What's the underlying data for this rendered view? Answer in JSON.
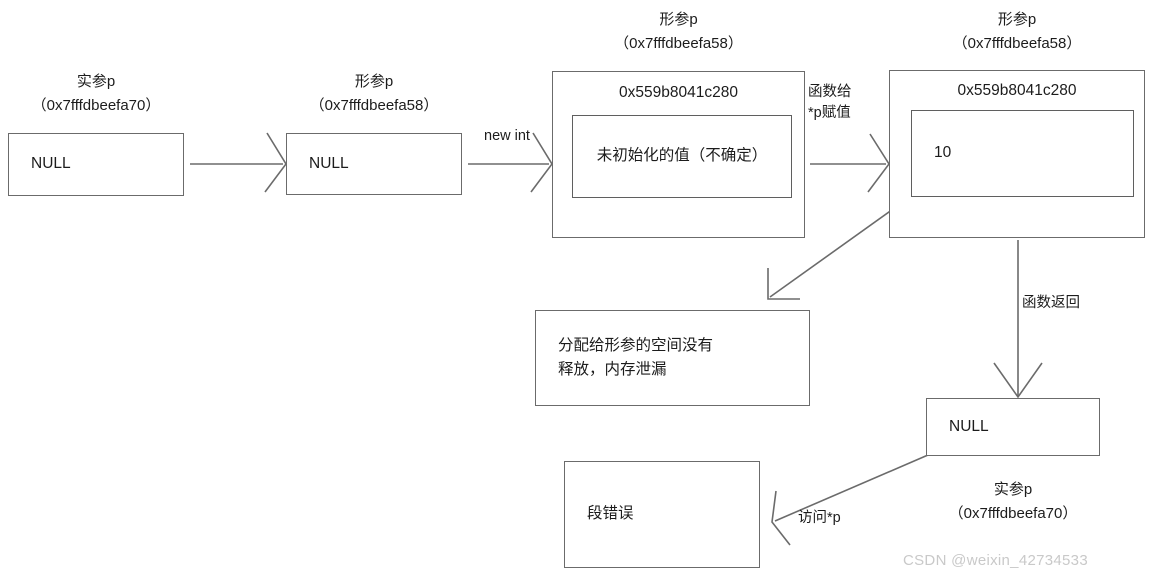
{
  "diagram": {
    "title": "C++ pointer parameter passing and memory leak illustration",
    "stroke_color": "#6b6b6b",
    "text_color": "#1c1c1c",
    "background": "#ffffff"
  },
  "nodes": {
    "actual_param_start": {
      "value": "NULL",
      "caption_name": "实参p",
      "caption_address": "（0x7fffdbeefa70）"
    },
    "formal_param_null": {
      "value": "NULL",
      "caption_name": "形参p",
      "caption_address": "（0x7fffdbeefa58）"
    },
    "formal_param_alloc": {
      "caption_name": "形参p",
      "caption_address": "（0x7fffdbeefa58）",
      "heap_address": "0x559b8041c280",
      "inner_value": "未初始化的值（不确定）"
    },
    "formal_param_assigned": {
      "caption_name": "形参p",
      "caption_address": "（0x7fffdbeefa58）",
      "heap_address": "0x559b8041c280",
      "inner_value": "10"
    },
    "memory_leak": {
      "text": "分配给形参的空间没有\n释放，内存泄漏"
    },
    "actual_param_end": {
      "value": "NULL",
      "caption_name": "实参p",
      "caption_address": "（0x7fffdbeefa70）"
    },
    "segmentation_fault": {
      "text": "段错误"
    }
  },
  "edge_labels": {
    "new_int": "new int",
    "assign_star_p": "函数给\n*p赋值",
    "function_return": "函数返回",
    "access_star_p": "访问*p"
  },
  "watermark": {
    "text": "CSDN @weixin_42734533"
  }
}
